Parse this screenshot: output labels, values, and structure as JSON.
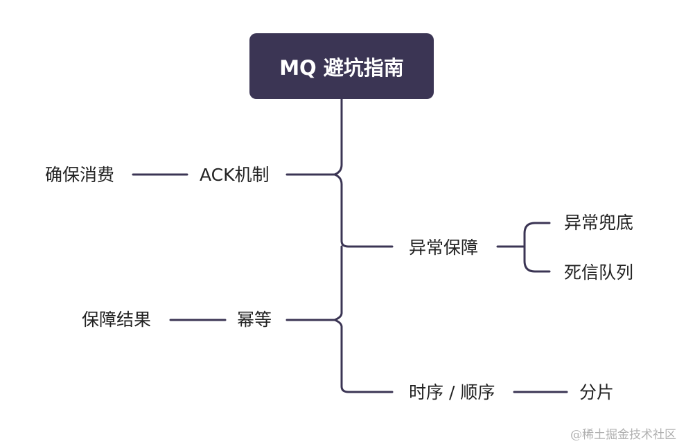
{
  "colors": {
    "root_fill": "#3b3554",
    "line": "#3b3554",
    "text": "#222222",
    "watermark": "#b0b0b0"
  },
  "root": {
    "label": "MQ 避坑指南"
  },
  "branches": {
    "ack": {
      "label": "ACK机制",
      "child": "确保消费"
    },
    "exception": {
      "label": "异常保障",
      "children": [
        "异常兜底",
        "死信队列"
      ]
    },
    "idempotent": {
      "label": "幂等",
      "child": "保障结果"
    },
    "order": {
      "label": "时序 / 顺序",
      "child": "分片"
    }
  },
  "watermark": "@稀土掘金技术社区"
}
